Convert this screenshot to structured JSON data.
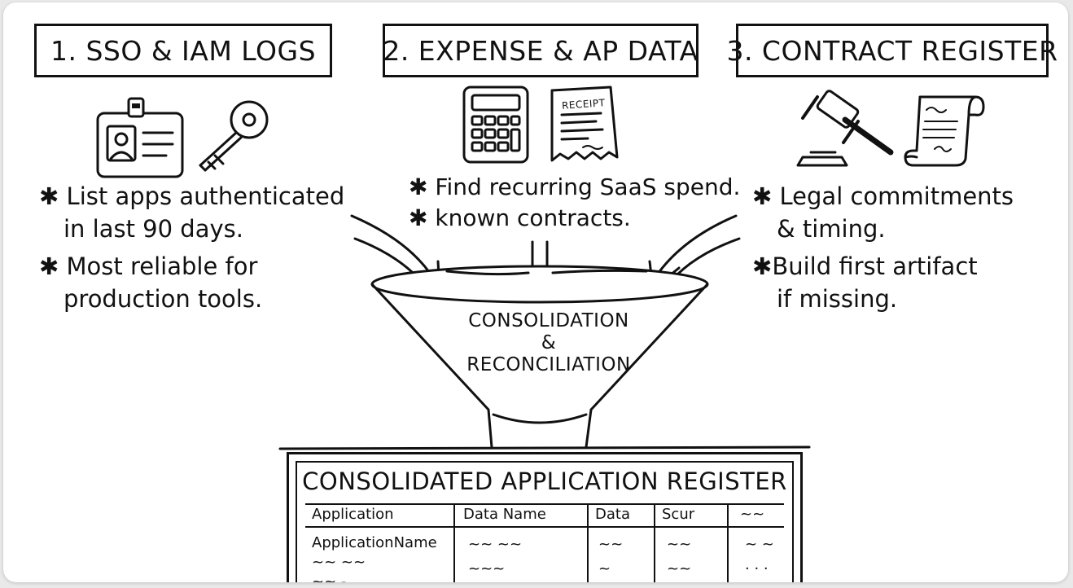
{
  "sources": [
    {
      "title": "1. SSO & IAM LOGS",
      "icons": [
        "id-badge-icon",
        "key-icon"
      ],
      "notes": [
        {
          "bullet": "✱",
          "lines": [
            "List apps authenticated",
            "in last 90 days."
          ]
        },
        {
          "bullet": "✱",
          "lines": [
            "Most reliable for",
            "production tools."
          ]
        }
      ]
    },
    {
      "title": "2. EXPENSE & AP DATA",
      "icons": [
        "calculator-icon",
        "receipt-icon"
      ],
      "receipt_label": "RECEIPT",
      "notes": [
        {
          "bullet": "✱",
          "lines": [
            "Find recurring SaaS spend."
          ]
        },
        {
          "bullet": "✱",
          "lines": [
            "known contracts."
          ]
        }
      ]
    },
    {
      "title": "3. CONTRACT REGISTER",
      "icons": [
        "gavel-icon",
        "scroll-icon"
      ],
      "notes": [
        {
          "bullet": "✱",
          "lines": [
            "Legal commitments",
            "& timing."
          ]
        },
        {
          "bullet": "✱",
          "lines": [
            "Build first artifact",
            "if missing."
          ]
        }
      ]
    }
  ],
  "funnel": {
    "label_lines": [
      "CONSOLIDATION",
      "&",
      "RECONCILIATION"
    ]
  },
  "register": {
    "title": "CONSOLIDATED APPLICATION REGISTER",
    "columns": [
      "Application",
      "Data Name",
      "Data",
      "Scur",
      "~~"
    ],
    "first_row_first_cell": "ApplicationName",
    "scribble_rows": [
      [
        "~~ ~~",
        "~~ ~~",
        "~~",
        "~~",
        "~ ~"
      ],
      [
        "~~ -",
        "~~~",
        "~",
        "~~",
        "· · ·"
      ]
    ]
  }
}
